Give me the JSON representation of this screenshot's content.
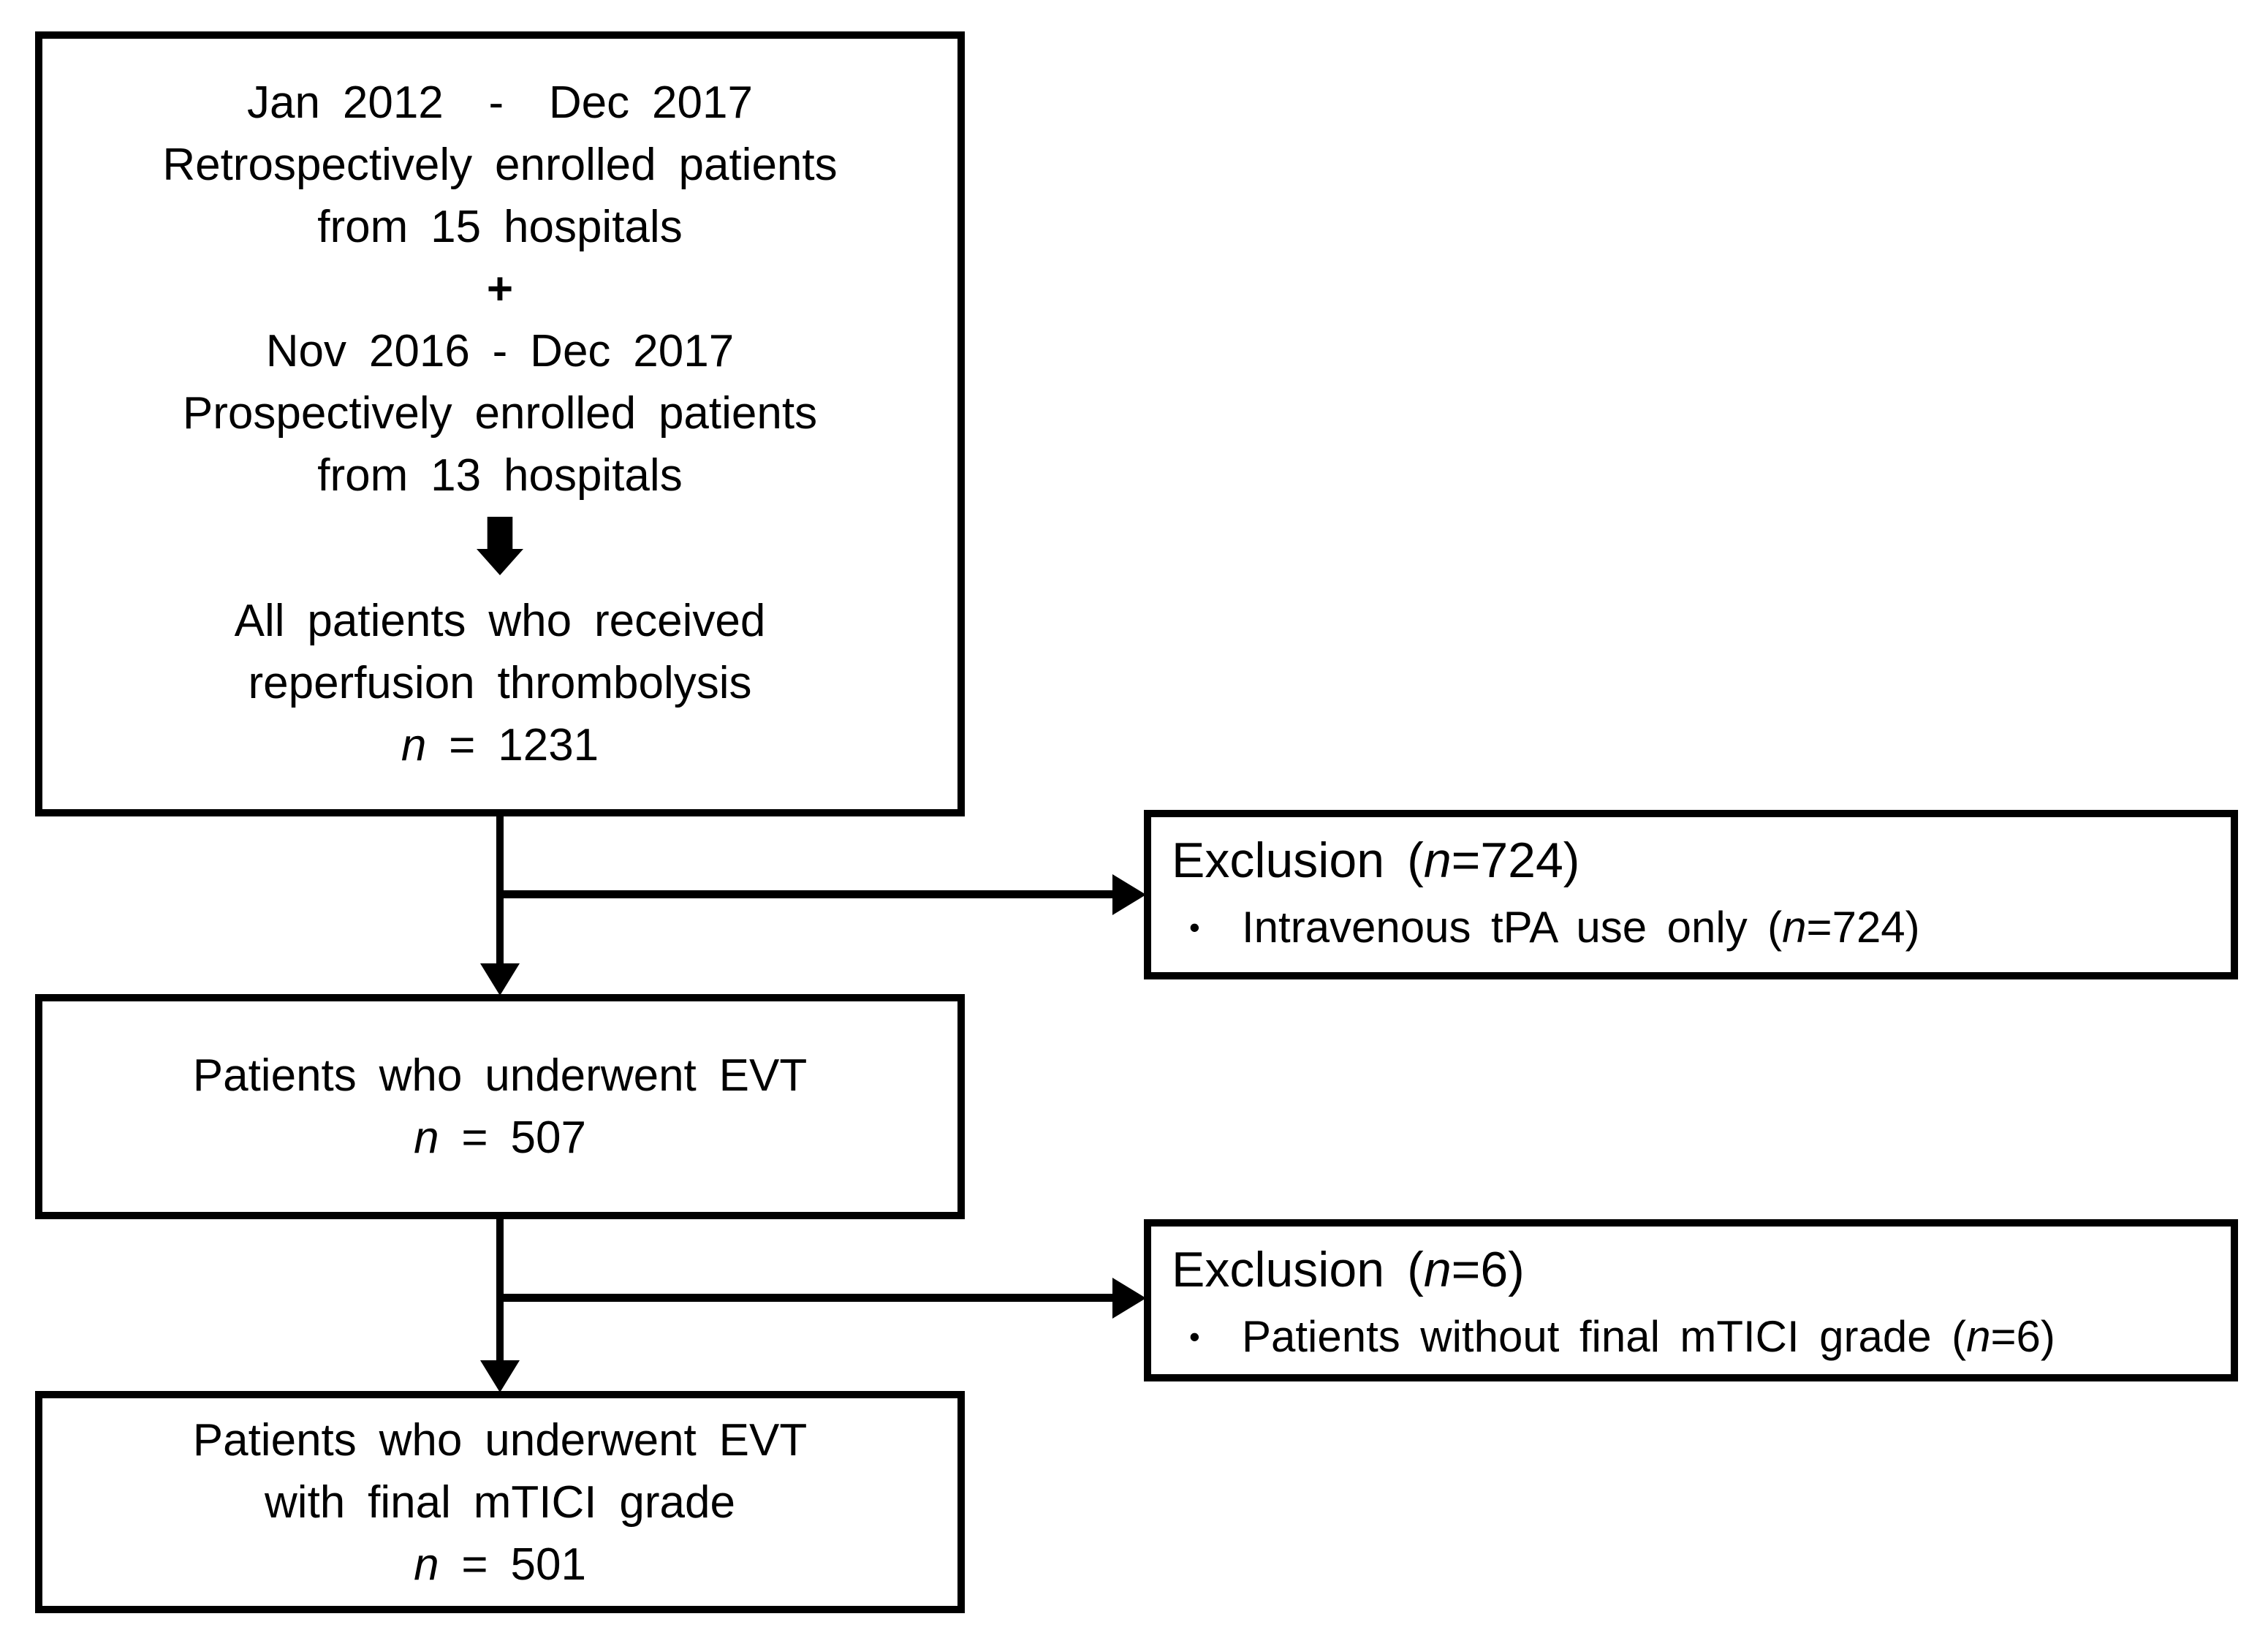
{
  "colors": {
    "background": "#ffffff",
    "ink": "#000000"
  },
  "enrollment_box": {
    "period_retro": "Jan 2012  -  Dec 2017",
    "desc_retro": "Retrospectively enrolled patients",
    "hospitals_retro": "from 15 hospitals",
    "plus": "+",
    "period_pro": "Nov 2016 - Dec 2017",
    "desc_pro": "Prospectively enrolled patients",
    "hospitals_pro": "from 13 hospitals",
    "arrow_icon": "down-block-arrow",
    "result_line1": "All patients who received",
    "result_line2": "reperfusion thrombolysis",
    "n_symbol": "n",
    "n_value": " = 1231"
  },
  "exclusion1_box": {
    "title_pre": "Exclusion (",
    "title_n": "n",
    "title_post": "=724)",
    "bullet_glyph": "•",
    "item_pre": "Intravenous tPA use only (",
    "item_n": "n",
    "item_post": "=724)"
  },
  "evt_box": {
    "line1": "Patients who underwent EVT",
    "n_symbol": "n",
    "n_value": " = 507"
  },
  "exclusion2_box": {
    "title_pre": "Exclusion (",
    "title_n": "n",
    "title_post": "=6)",
    "bullet_glyph": "•",
    "item_pre": "Patients without final mTICI grade (",
    "item_n": "n",
    "item_post": "=6)"
  },
  "evt_final_box": {
    "line1": "Patients who underwent EVT",
    "line2": "with final mTICI grade",
    "n_symbol": "n",
    "n_value": " = 501"
  }
}
